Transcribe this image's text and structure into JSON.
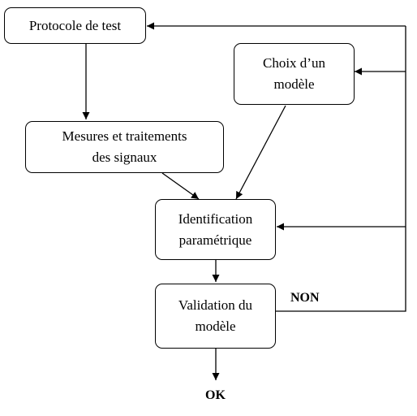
{
  "diagram": {
    "nodes": {
      "protocole": {
        "lines": [
          "Protocole de test"
        ]
      },
      "choix": {
        "lines": [
          "Choix d’un",
          "modèle"
        ]
      },
      "mesures": {
        "lines": [
          "Mesures et traitements",
          "des signaux"
        ]
      },
      "identification": {
        "lines": [
          "Identification",
          "paramétrique"
        ]
      },
      "validation": {
        "lines": [
          "Validation du",
          "modèle"
        ]
      }
    },
    "labels": {
      "non": "NON",
      "ok": "OK"
    },
    "colors": {
      "stroke": "#000000",
      "background": "#ffffff"
    }
  }
}
